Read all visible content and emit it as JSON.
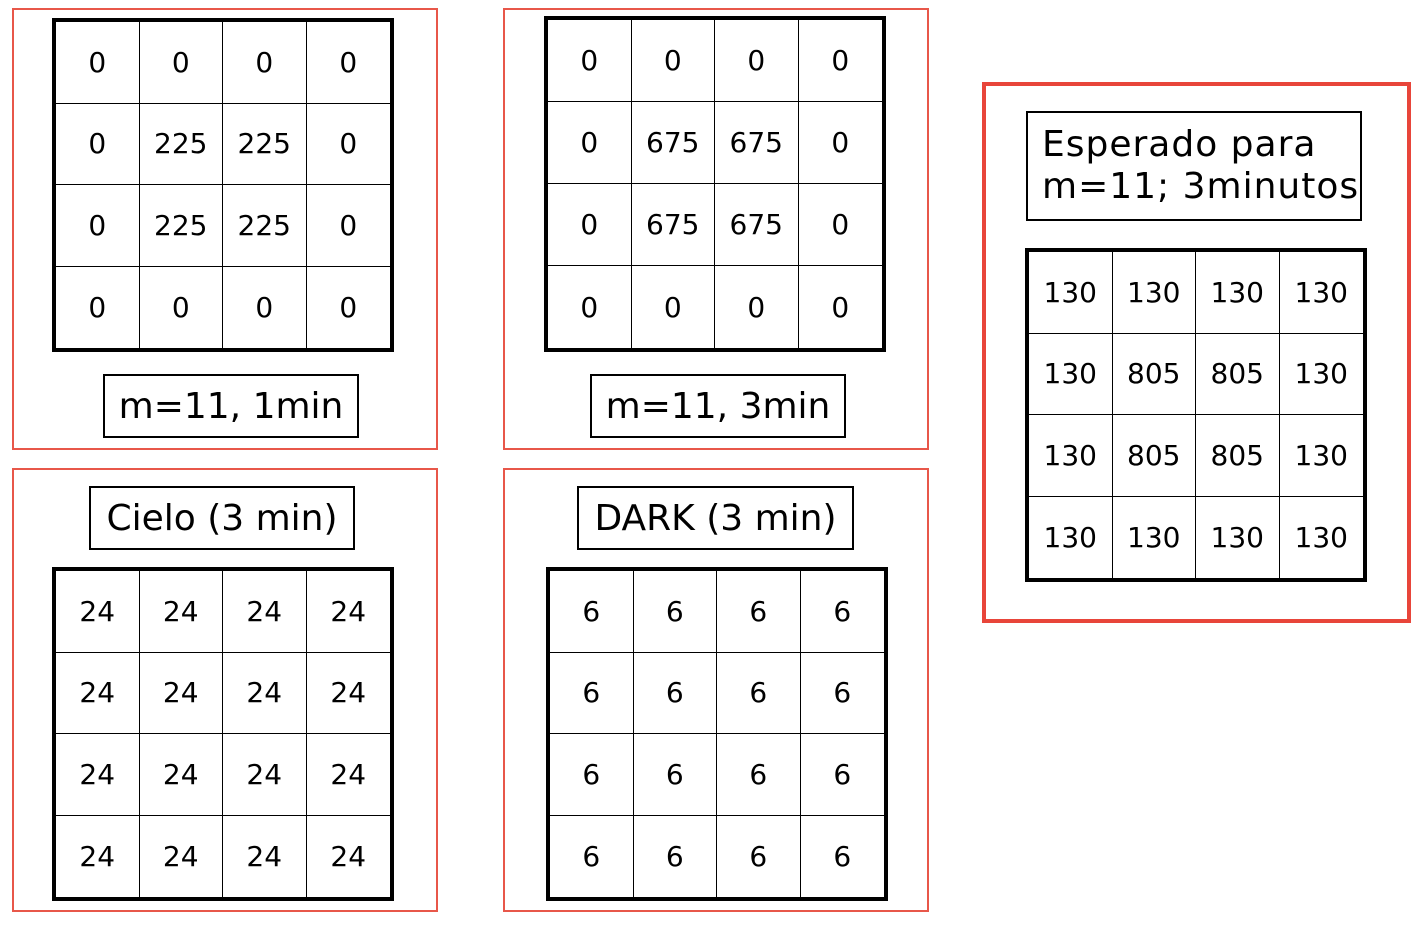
{
  "panels": {
    "m11_1min": {
      "label": "m=11, 1min",
      "grid": [
        [
          "0",
          "0",
          "0",
          "0"
        ],
        [
          "0",
          "225",
          "225",
          "0"
        ],
        [
          "0",
          "225",
          "225",
          "0"
        ],
        [
          "0",
          "0",
          "0",
          "0"
        ]
      ]
    },
    "m11_3min": {
      "label": "m=11, 3min",
      "grid": [
        [
          "0",
          "0",
          "0",
          "0"
        ],
        [
          "0",
          "675",
          "675",
          "0"
        ],
        [
          "0",
          "675",
          "675",
          "0"
        ],
        [
          "0",
          "0",
          "0",
          "0"
        ]
      ]
    },
    "cielo": {
      "label": "Cielo (3 min)",
      "grid": [
        [
          "24",
          "24",
          "24",
          "24"
        ],
        [
          "24",
          "24",
          "24",
          "24"
        ],
        [
          "24",
          "24",
          "24",
          "24"
        ],
        [
          "24",
          "24",
          "24",
          "24"
        ]
      ]
    },
    "dark": {
      "label": "DARK (3 min)",
      "grid": [
        [
          "6",
          "6",
          "6",
          "6"
        ],
        [
          "6",
          "6",
          "6",
          "6"
        ],
        [
          "6",
          "6",
          "6",
          "6"
        ],
        [
          "6",
          "6",
          "6",
          "6"
        ]
      ]
    },
    "expected": {
      "label_line1": "Esperado para",
      "label_line2": "m=11; 3minutos",
      "grid": [
        [
          "130",
          "130",
          "130",
          "130"
        ],
        [
          "130",
          "805",
          "805",
          "130"
        ],
        [
          "130",
          "805",
          "805",
          "130"
        ],
        [
          "130",
          "130",
          "130",
          "130"
        ]
      ]
    }
  },
  "colors": {
    "panel_border": "#e8574a",
    "grid_border": "#000000"
  }
}
